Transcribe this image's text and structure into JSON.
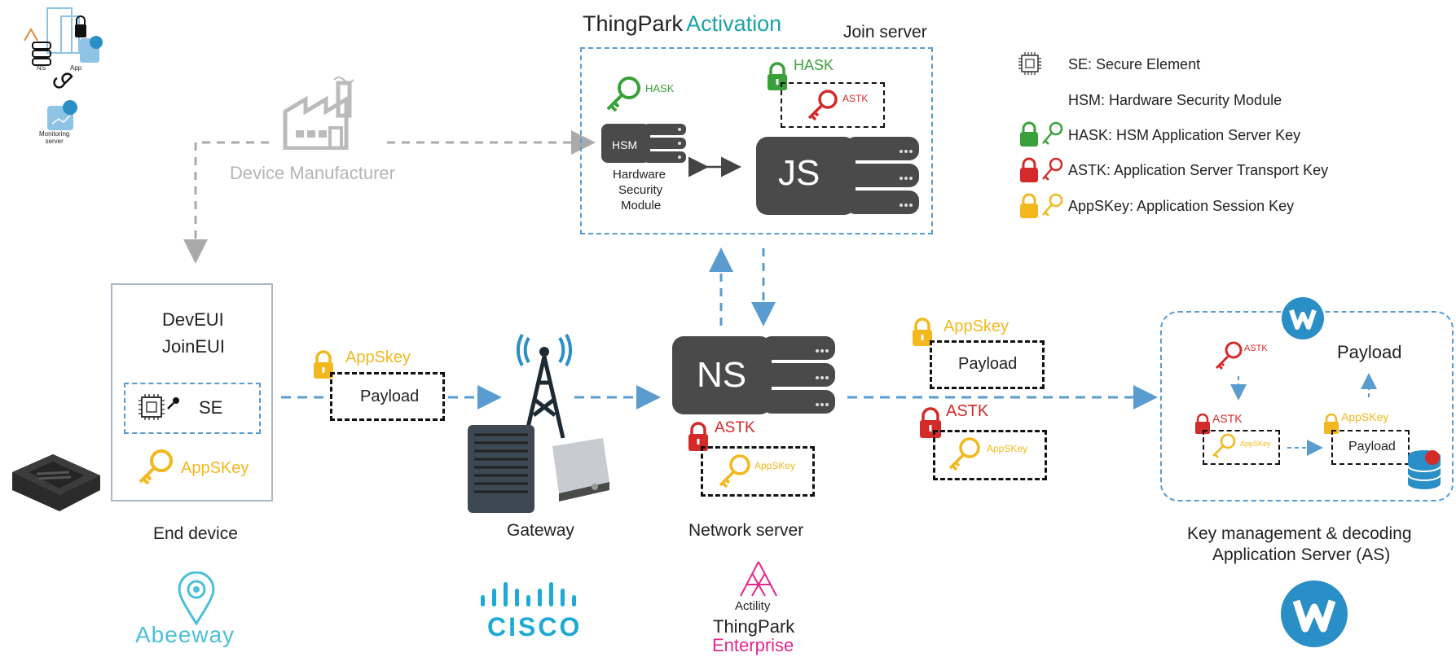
{
  "top_left": {
    "ns_label": "NS",
    "app_label": "App",
    "monitoring_label": "Monitoring\nserver"
  },
  "brand": {
    "thingpark_left": "ThingPark",
    "thingpark_right": "Activation"
  },
  "join_server": {
    "title": "Join server",
    "hask_small": "HASK",
    "hsm_label": "HSM",
    "hsm_caption": [
      "Hardware",
      "Security",
      "Module"
    ],
    "hask_lock": "HASK",
    "astk_small": "ASTK",
    "js_label": "JS"
  },
  "legend": {
    "items": [
      {
        "text": "SE: Secure Element",
        "icon": "chip-icon"
      },
      {
        "text": "HSM: Hardware Security Module",
        "icon": ""
      },
      {
        "text": "HASK: HSM Application Server Key",
        "icon": "lock-key-green",
        "color": "#3aa13a"
      },
      {
        "text": "ASTK: Application Server Transport Key",
        "icon": "lock-key-red",
        "color": "#d42a2a"
      },
      {
        "text": "AppSKey: Application Session Key",
        "icon": "lock-key-yellow",
        "color": "#f2b81d"
      }
    ]
  },
  "manufacturer": {
    "label": "Device Manufacturer"
  },
  "end_device": {
    "deveui": "DevEUI",
    "joineui": "JoinEUI",
    "se": "SE",
    "appskey": "AppSKey",
    "caption": "End device",
    "brand": "Abeeway"
  },
  "packet1": {
    "key": "AppSkey",
    "payload": "Payload"
  },
  "gateway": {
    "caption": "Gateway",
    "brand": "CISCO"
  },
  "network_server": {
    "label": "NS",
    "caption": "Network server",
    "astk": "ASTK",
    "appskey": "AppSKey",
    "brand_top": "Actility",
    "brand_mid": "ThingPark",
    "brand_bottom": "Enterprise"
  },
  "packet2": {
    "key": "AppSkey",
    "payload": "Payload",
    "astk": "ASTK",
    "inner": "AppSKey"
  },
  "app_server": {
    "astk_key": "ASTK",
    "payload_top": "Payload",
    "astk_lock": "ASTK",
    "inner": "AppSKey",
    "appskey": "AppSKey",
    "payload": "Payload",
    "caption_1": "Key management & decoding",
    "caption_2": "Application Server (AS)"
  },
  "colors": {
    "green": "#3aa13a",
    "red": "#d42a2a",
    "yellow": "#f2b81d",
    "blue": "#5a9ccf",
    "server": "#4a4a4a",
    "teal": "#1aa3a8",
    "brand_teal": "#2a8fc6"
  }
}
